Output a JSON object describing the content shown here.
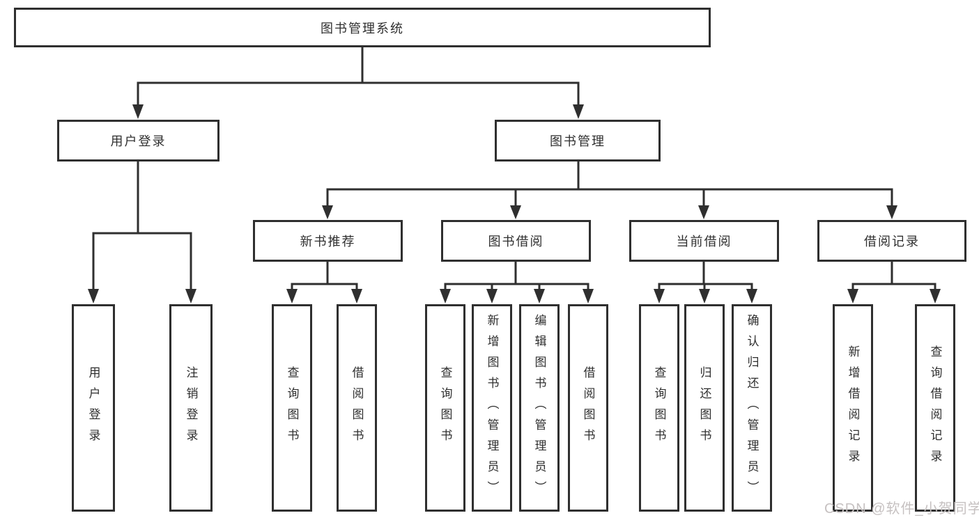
{
  "tree": {
    "root": "图书管理系统",
    "children": [
      {
        "label": "用户登录",
        "children": [
          {
            "label": "用户登录"
          },
          {
            "label": "注销登录"
          }
        ]
      },
      {
        "label": "图书管理",
        "children": [
          {
            "label": "新书推荐",
            "children": [
              {
                "label": "查询图书"
              },
              {
                "label": "借阅图书"
              }
            ]
          },
          {
            "label": "图书借阅",
            "children": [
              {
                "label": "查询图书"
              },
              {
                "label": "新增图书（管理员）"
              },
              {
                "label": "编辑图书（管理员）"
              },
              {
                "label": "借阅图书"
              }
            ]
          },
          {
            "label": "当前借阅",
            "children": [
              {
                "label": "查询图书"
              },
              {
                "label": "归还图书"
              },
              {
                "label": "确认归还（管理员）"
              }
            ]
          },
          {
            "label": "借阅记录",
            "children": [
              {
                "label": "新增借阅记录"
              },
              {
                "label": "查询借阅记录"
              }
            ]
          }
        ]
      }
    ]
  },
  "watermark": "CSDN @软件_小贺同学",
  "colors": {
    "line": "#2f2f2f",
    "text": "#2f2f2f",
    "background": "#ffffff",
    "watermark": "#c6c1c1"
  }
}
